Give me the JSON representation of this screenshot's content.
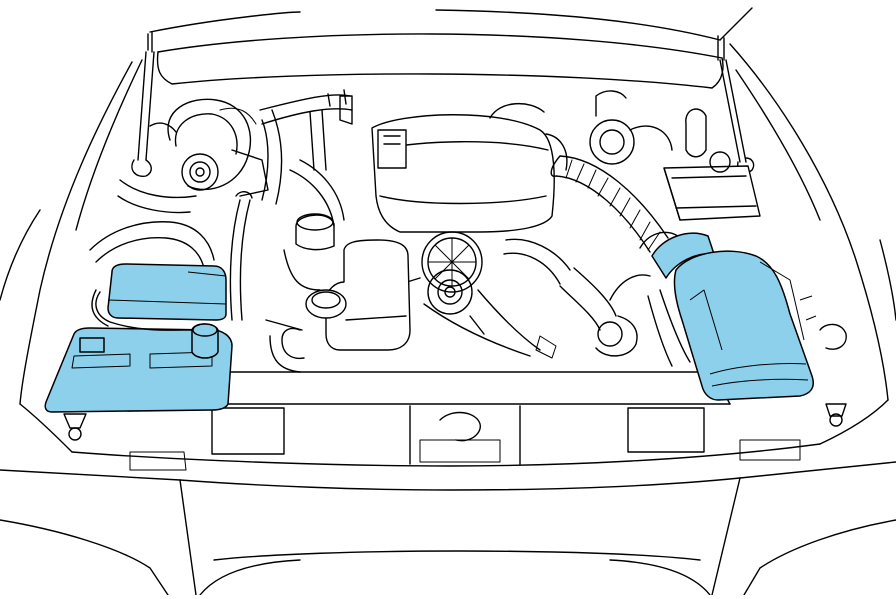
{
  "diagram": {
    "subject": "engine-compartment-line-drawing",
    "highlight_color": "#8dd0ec",
    "line_color": "#000000",
    "background_color": "#ffffff",
    "highlighted_components": [
      "battery",
      "air-filter-housing"
    ]
  }
}
